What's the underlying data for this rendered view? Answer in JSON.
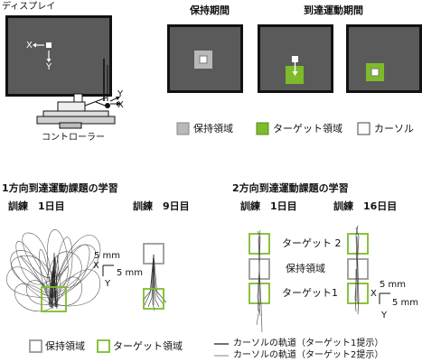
{
  "top": {
    "display_label": "ディスプレイ",
    "hold_phase_label": "保持期間",
    "reach_phase_label": "到達運動期間",
    "controller_label": "コントローラー",
    "screen_axis_x": "X",
    "screen_axis_y": "Y",
    "robot_axis_x": "X",
    "robot_axis_y": "Y"
  },
  "legend_top": {
    "hold_region": "保持領域",
    "target_region": "ターゲット領域",
    "cursor": "カーソル"
  },
  "section_one": {
    "title": "1方向到達運動課題の学習",
    "day1_label": "訓練　1日目",
    "day9_label": "訓練　9日目",
    "scale_x": "5 mm",
    "scale_y": "5 mm",
    "axis_x": "X",
    "axis_y": "Y"
  },
  "section_two": {
    "title": "2方向到達運動課題の学習",
    "day1_label": "訓練　1日目",
    "day16_label": "訓練　16日目",
    "target2_label": "ターゲット 2",
    "hold_label": "保持領域",
    "target1_label": "ターゲット1",
    "scale_x": "5 mm",
    "scale_y": "5 mm",
    "axis_x": "X",
    "axis_y": "Y"
  },
  "legend_bottom": {
    "hold_region": "保持領域",
    "target_region": "ターゲット領域",
    "trajectory_target1": "カーソルの軌道（ターゲット1提示）",
    "trajectory_target2": "カーソルの軌道（ターゲット2提示）"
  },
  "colors": {
    "screen": "#5a5a5a",
    "frame": "#111111",
    "target_green": "#7dbb2a",
    "hold_gray": "#b9b9b9",
    "trace": "#3a3a3a"
  }
}
